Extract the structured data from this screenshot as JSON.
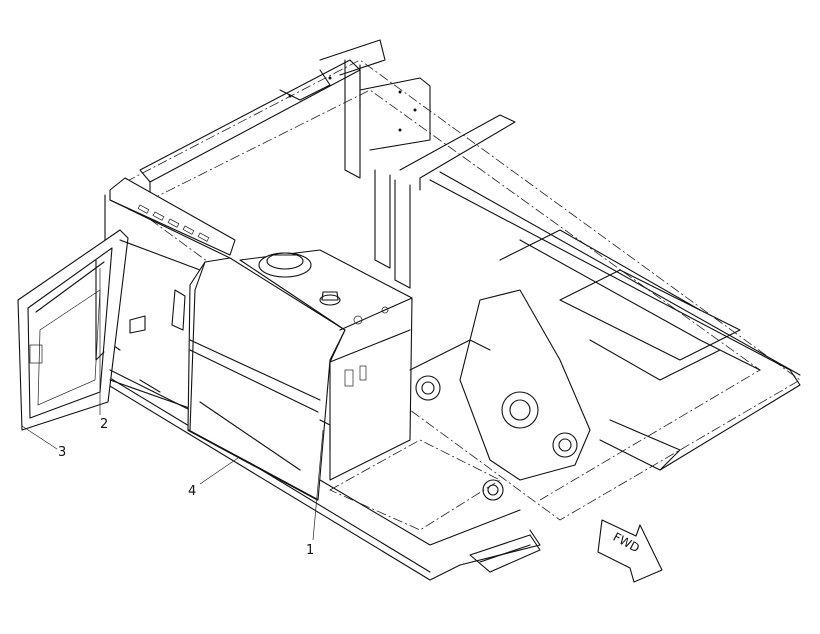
{
  "callouts": [
    {
      "id": "1",
      "label": "1"
    },
    {
      "id": "2",
      "label": "2"
    },
    {
      "id": "3",
      "label": "3"
    },
    {
      "id": "4",
      "label": "4"
    }
  ],
  "direction_indicator": {
    "label": "FWD"
  },
  "colors": {
    "line": "#111111",
    "background": "#ffffff"
  }
}
